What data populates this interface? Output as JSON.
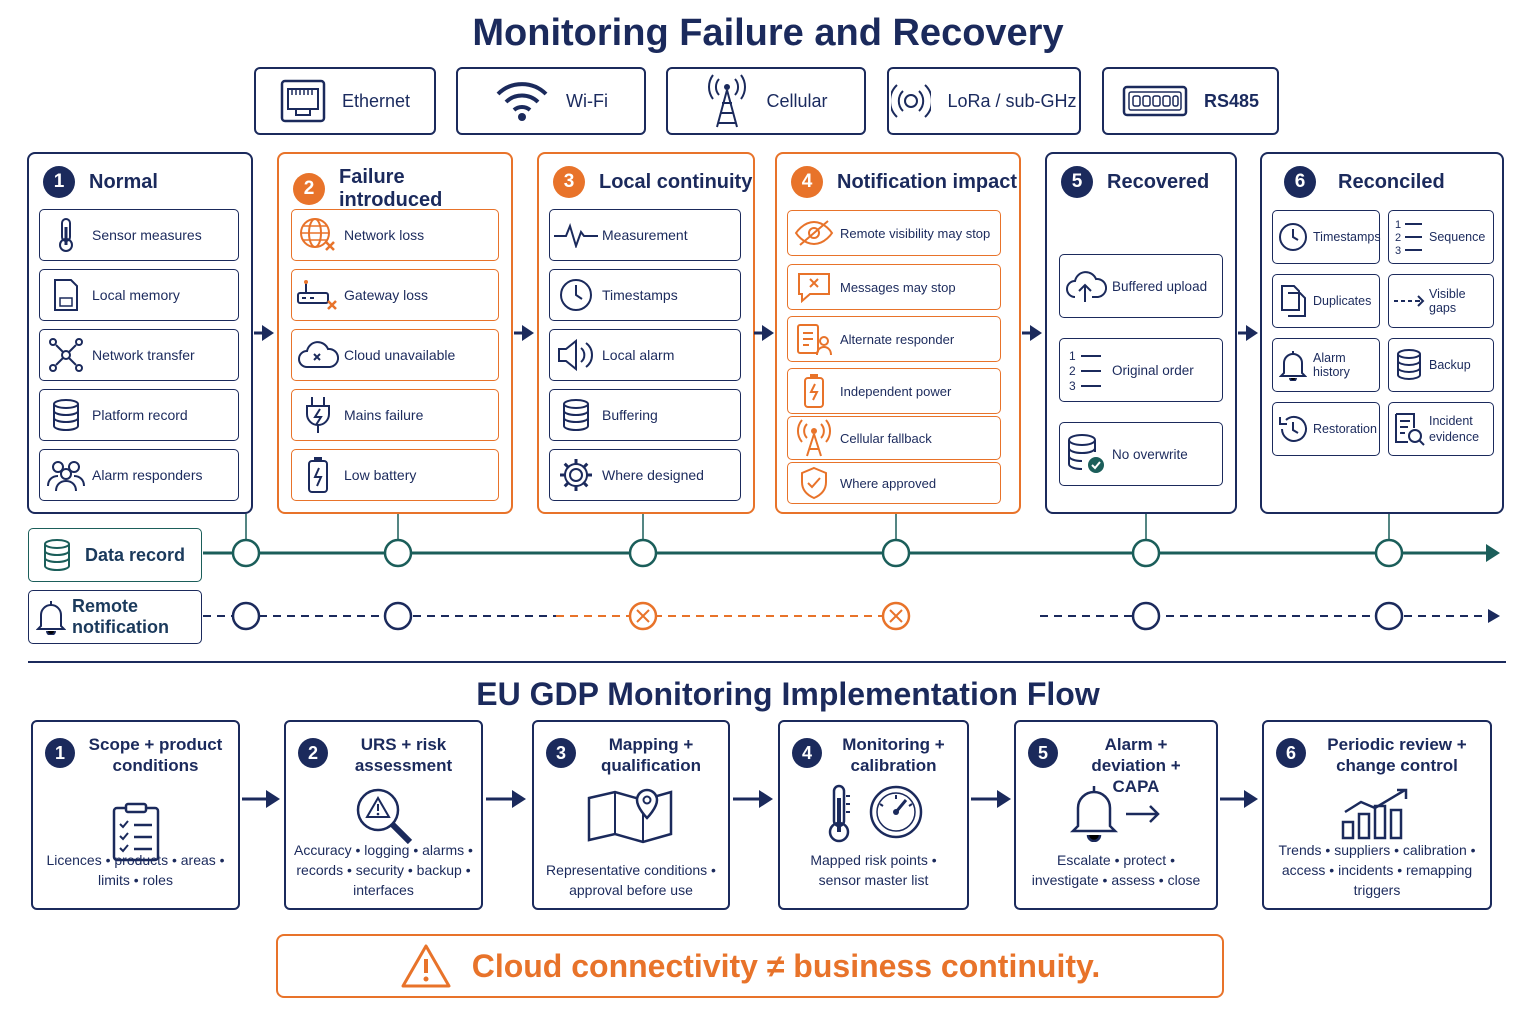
{
  "title": "Monitoring Failure and Recovery",
  "protocols": [
    {
      "label": "Ethernet",
      "icon": "ethernet-port-icon"
    },
    {
      "label": "Wi-Fi",
      "icon": "wifi-icon"
    },
    {
      "label": "Cellular",
      "icon": "cell-tower-icon"
    },
    {
      "label": "LoRa / sub-GHz",
      "icon": "lora-signal-icon"
    },
    {
      "label": "RS485",
      "icon": "rs485-connector-icon"
    }
  ],
  "stages": [
    {
      "num": "1",
      "title": "Normal",
      "items": [
        "Sensor measures",
        "Local memory",
        "Network transfer",
        "Platform record",
        "Alarm responders"
      ]
    },
    {
      "num": "2",
      "title": "Failure introduced",
      "items": [
        "Network loss",
        "Gateway loss",
        "Cloud unavailable",
        "Mains failure",
        "Low battery"
      ]
    },
    {
      "num": "3",
      "title": "Local continuity",
      "items": [
        "Measurement",
        "Timestamps",
        "Local alarm",
        "Buffering",
        "Where designed"
      ]
    },
    {
      "num": "4",
      "title": "Notification impact",
      "items": [
        "Remote visibility may stop",
        "Messages may stop",
        "Alternate responder",
        "Independent power",
        "Cellular fallback",
        "Where approved"
      ]
    },
    {
      "num": "5",
      "title": "Recovered",
      "items": [
        "Buffered upload",
        "Original order",
        "No overwrite"
      ]
    },
    {
      "num": "6",
      "title": "Reconciled",
      "items": [
        "Timestamps",
        "Sequence",
        "Duplicates",
        "Visible gaps",
        "Alarm history",
        "Backup",
        "Restoration",
        "Incident evidence"
      ]
    }
  ],
  "tracks": {
    "data_record": "Data record",
    "remote_notification": "Remote notification"
  },
  "impl_title": "EU GDP Monitoring Implementation Flow",
  "steps": [
    {
      "num": "1",
      "title": "Scope + product conditions",
      "desc": "Licences • products • areas • limits • roles"
    },
    {
      "num": "2",
      "title": "URS + risk assessment",
      "desc": "Accuracy • logging • alarms • records • security • backup • interfaces"
    },
    {
      "num": "3",
      "title": "Mapping + qualification",
      "desc": "Representative conditions • approval before use"
    },
    {
      "num": "4",
      "title": "Monitoring + calibration",
      "desc": "Mapped risk points • sensor master list"
    },
    {
      "num": "5",
      "title": "Alarm + deviation + CAPA",
      "desc": "Escalate • protect • investigate • assess • close"
    },
    {
      "num": "6",
      "title": "Periodic review + change control",
      "desc": "Trends • suppliers • calibration • access • incidents • remapping triggers"
    }
  ],
  "banner": "Cloud connectivity ≠ business continuity.",
  "colors": {
    "navy": "#1b2a5c",
    "orange": "#e8732a",
    "teal": "#1b5e5a"
  }
}
